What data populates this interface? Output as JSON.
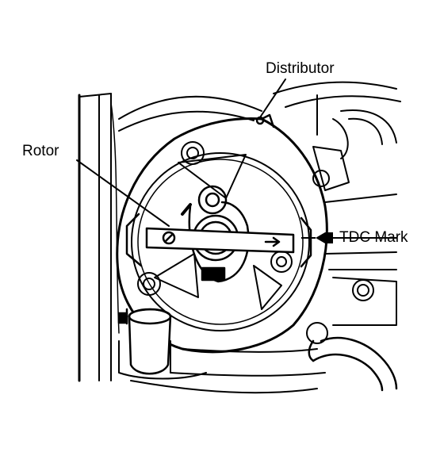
{
  "diagram": {
    "labels": {
      "distributor": "Distributor",
      "rotor": "Rotor",
      "tdc_mark": "TDC Mark"
    }
  }
}
